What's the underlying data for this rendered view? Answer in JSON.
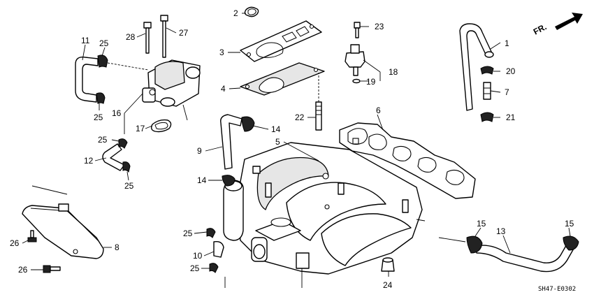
{
  "diagram": {
    "code": "SH47-E0302",
    "direction_label": "FR.",
    "callouts": [
      {
        "id": "c1",
        "label": "1"
      },
      {
        "id": "c2",
        "label": "2"
      },
      {
        "id": "c3",
        "label": "3"
      },
      {
        "id": "c4",
        "label": "4"
      },
      {
        "id": "c5",
        "label": "5"
      },
      {
        "id": "c6",
        "label": "6"
      },
      {
        "id": "c7",
        "label": "7"
      },
      {
        "id": "c8",
        "label": "8"
      },
      {
        "id": "c9",
        "label": "9"
      },
      {
        "id": "c10",
        "label": "10"
      },
      {
        "id": "c11",
        "label": "11"
      },
      {
        "id": "c12",
        "label": "12"
      },
      {
        "id": "c13",
        "label": "13"
      },
      {
        "id": "c14a",
        "label": "14"
      },
      {
        "id": "c14b",
        "label": "14"
      },
      {
        "id": "c15a",
        "label": "15"
      },
      {
        "id": "c15b",
        "label": "15"
      },
      {
        "id": "c16",
        "label": "16"
      },
      {
        "id": "c17",
        "label": "17"
      },
      {
        "id": "c18",
        "label": "18"
      },
      {
        "id": "c19",
        "label": "19"
      },
      {
        "id": "c20",
        "label": "20"
      },
      {
        "id": "c21",
        "label": "21"
      },
      {
        "id": "c22",
        "label": "22"
      },
      {
        "id": "c23",
        "label": "23"
      },
      {
        "id": "c24",
        "label": "24"
      },
      {
        "id": "c25a",
        "label": "25"
      },
      {
        "id": "c25b",
        "label": "25"
      },
      {
        "id": "c25c",
        "label": "25"
      },
      {
        "id": "c25d",
        "label": "25"
      },
      {
        "id": "c25e",
        "label": "25"
      },
      {
        "id": "c25f",
        "label": "25"
      },
      {
        "id": "c26a",
        "label": "26"
      },
      {
        "id": "c26b",
        "label": "26"
      },
      {
        "id": "c27",
        "label": "27"
      },
      {
        "id": "c28",
        "label": "28"
      }
    ]
  }
}
